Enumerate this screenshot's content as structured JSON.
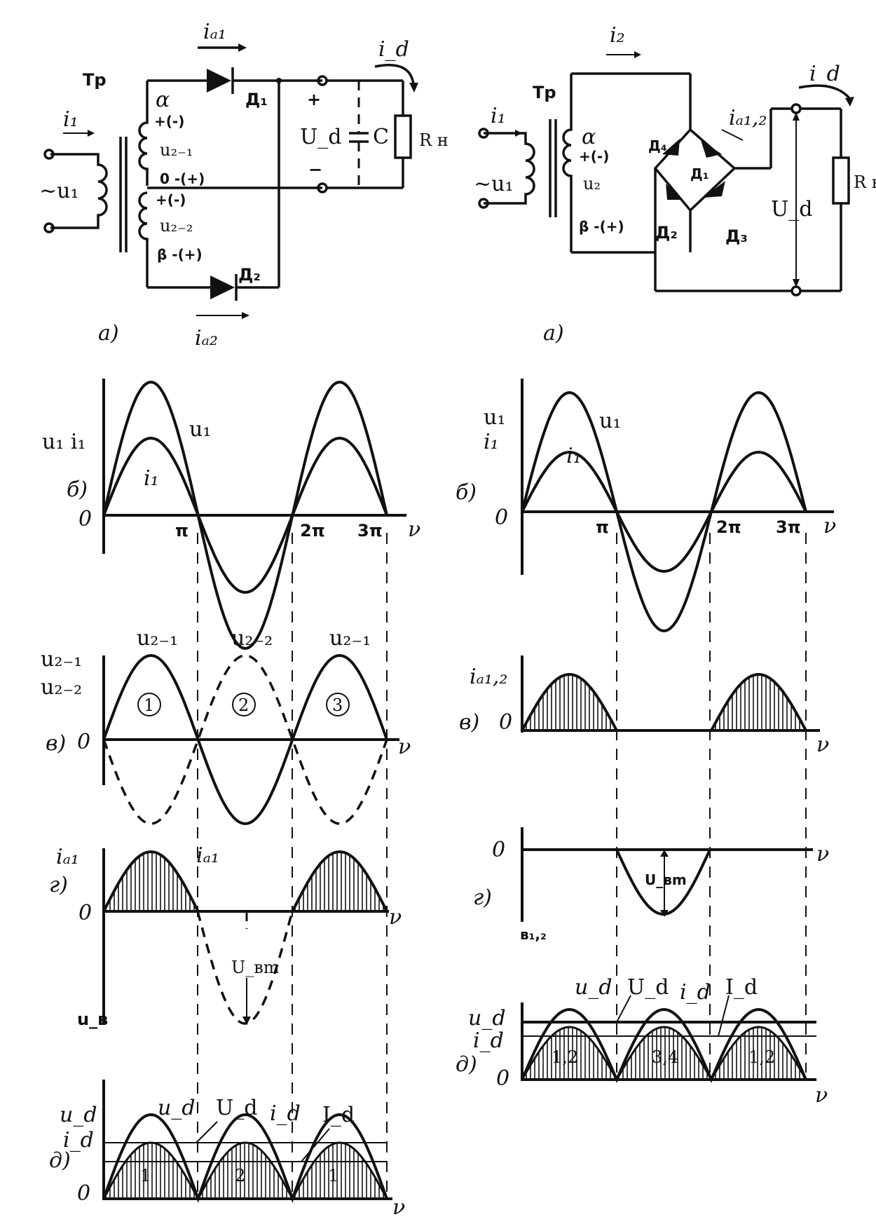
{
  "left_circuit": {
    "label": "а)",
    "transformer": "Тр",
    "i1": "i₁",
    "u1": "~u₁",
    "ia1": "iₐ₁",
    "ia2": "iₐ₂",
    "id": "i_d",
    "winding_top": "α",
    "winding_top_sign": "+(-)",
    "u21": "u₂₋₁",
    "winding_mid": "0 -(+)",
    "winding_mid2": "+(-)",
    "u22": "u₂₋₂",
    "winding_bot": "β -(+)",
    "d1": "Д₁",
    "d2": "Д₂",
    "plus": "+",
    "minus": "−",
    "ud": "U_d",
    "cap": "C",
    "rn": "R н"
  },
  "right_circuit": {
    "label": "а)",
    "transformer": "Тр",
    "i1": "i₁",
    "i2": "i₂",
    "u1": "~u₁",
    "winding_top": "α",
    "winding_top_sign": "+(-)",
    "u2": "u₂",
    "winding_bot": "β -(+)",
    "d1": "Д₁",
    "d2": "Д₂",
    "d3": "Д₃",
    "d4": "Д₄",
    "ia": "iₐ₁,₂",
    "ud": "U_d",
    "id": "i_d",
    "rn": "R н"
  },
  "left_plots": {
    "b": {
      "label": "б)",
      "ylabel": "u₁ i₁",
      "u_label": "u₁",
      "i_label": "i₁",
      "zero": "0",
      "ticks": [
        "π",
        "2π",
        "3π"
      ],
      "xlabel": "ν"
    },
    "v": {
      "label": "в)",
      "ylabel_top": "u₂₋₁",
      "ylabel_bot": "u₂₋₂",
      "curve1": "u₂₋₁",
      "curve2": "u₂₋₂",
      "curve3": "u₂₋₁",
      "n1": "1",
      "n2": "2",
      "n3": "3",
      "zero": "0",
      "xlabel": "ν"
    },
    "g": {
      "label": "г)",
      "ylabel": "iₐ₁",
      "curve_label": "iₐ₁",
      "zero": "0",
      "ubm": "U_вm",
      "ub": "u_в",
      "xlabel": "ν"
    },
    "d": {
      "label": "д)",
      "ylabel_top": "u_d",
      "ylabel_bot": "i_d",
      "ud": "u_d",
      "Ud": "U_d",
      "id": "i_d",
      "Id": "I_d",
      "n1": "1",
      "n2": "2",
      "n3": "1",
      "zero": "0",
      "xlabel": "ν"
    }
  },
  "right_plots": {
    "b": {
      "label": "б)",
      "ylabel_top": "u₁",
      "ylabel_bot": "i₁",
      "u_label": "u₁",
      "i_label": "i₁",
      "zero": "0",
      "ticks": [
        "π",
        "2π",
        "3π"
      ],
      "xlabel": "ν"
    },
    "v": {
      "label": "в)",
      "ylabel": "iₐ₁,₂",
      "zero": "0",
      "xlabel": "ν"
    },
    "g": {
      "label": "г)",
      "zero": "0",
      "ubm": "U_вm",
      "ub": "в₁,₂",
      "xlabel": "ν"
    },
    "d": {
      "label": "д)",
      "ylabel_top": "u_d",
      "ylabel_bot": "i_d",
      "ud": "u_d",
      "Ud": "U_d",
      "id": "i_d",
      "Id": "I_d",
      "n1": "1,2",
      "n2": "3,4",
      "n3": "1,2",
      "zero": "0",
      "xlabel": "ν"
    }
  }
}
